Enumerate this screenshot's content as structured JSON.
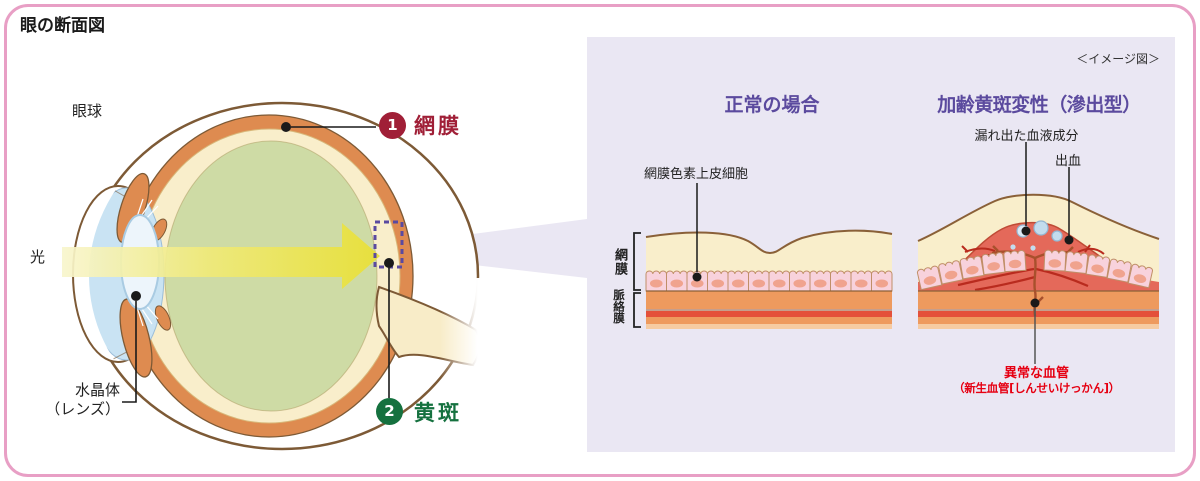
{
  "title": "眼の断面図",
  "colors": {
    "frame_pink": "#e89fc5",
    "panel_lavender": "#eae7f3",
    "header_purple": "#5b4a9e",
    "retina_badge_red": "#a01f37",
    "macula_badge_green": "#15713f",
    "abnormal_label_red": "#e60012",
    "choroid_orange": "#de8b50",
    "retina_cream": "#f9eecb",
    "vitreous_green": "#cedba5",
    "light_beam_yellow": "#e9e034",
    "rpe_cell_pink": "#f8d2dc",
    "lesion_red": "#e4695a"
  },
  "eye": {
    "labels": {
      "eyeball": "眼球",
      "light": "光",
      "lens_line1": "水晶体",
      "lens_line2": "（レンズ）",
      "retina_num": "1",
      "retina": "網膜",
      "macula_num": "2",
      "macula": "黄斑"
    }
  },
  "panel": {
    "note": "＜イメージ図＞",
    "normal": {
      "title": "正常の場合",
      "rpe_label": "網膜色素上皮細胞",
      "bracket_retina": "網膜",
      "bracket_choroid": "脈絡膜"
    },
    "amd": {
      "title": "加齢黄斑変性（滲出型）",
      "leaked_label": "漏れ出た血液成分",
      "bleeding_label": "出血",
      "abnormal_line1": "異常な血管",
      "abnormal_line2": "（新生血管[しんせいけっかん]）"
    }
  }
}
